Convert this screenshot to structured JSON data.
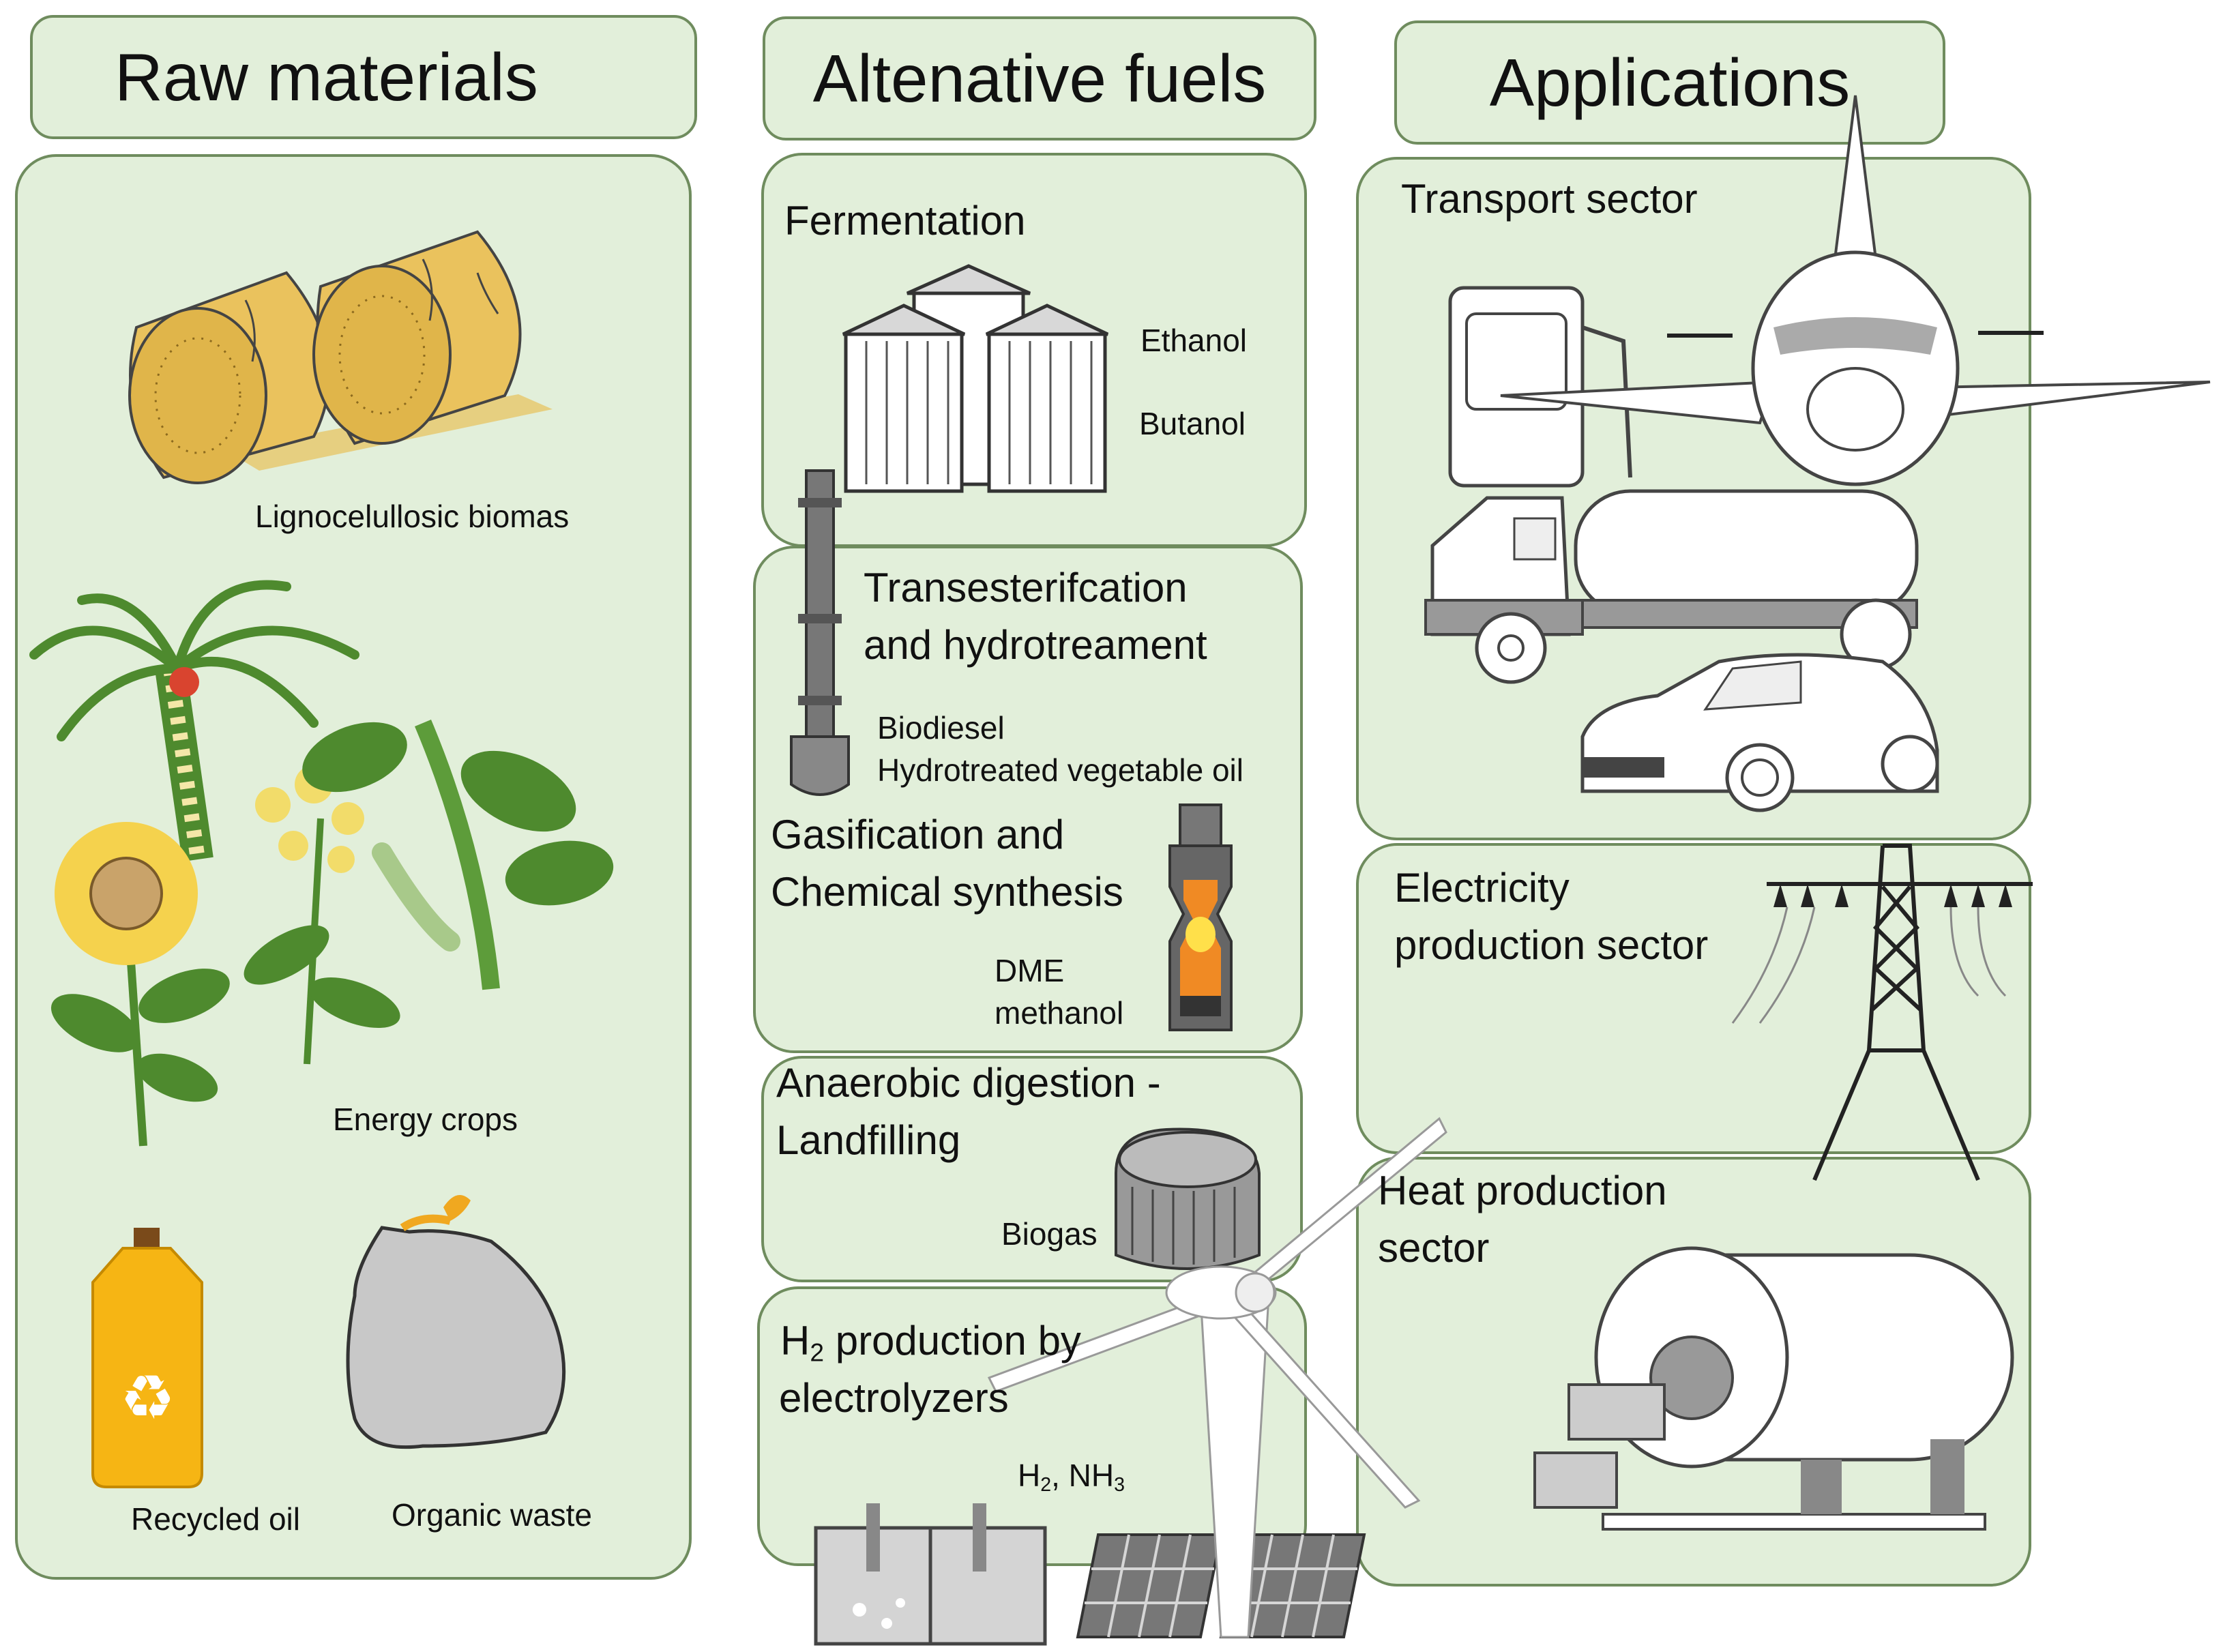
{
  "headers": {
    "raw": "Raw materials",
    "fuels": "Altenative fuels",
    "apps": "Applications"
  },
  "raw_materials": {
    "lignocellulosic": "Lignocelullosic biomas",
    "energy_crops": "Energy crops",
    "recycled_oil": "Recycled oil",
    "organic_waste": "Organic waste"
  },
  "fuels": {
    "fermentation": {
      "title": "Fermentation",
      "p1": "Ethanol",
      "p2": "Butanol"
    },
    "transesterification": {
      "title_line1": "Transesterifcation",
      "title_line2": "and hydrotreament",
      "p1": "Biodiesel",
      "p2": "Hydrotreated vegetable oil"
    },
    "gasification": {
      "title_line1": "Gasification and",
      "title_line2": "Chemical synthesis",
      "p1": "DME",
      "p2": "methanol"
    },
    "anaerobic": {
      "title_line1": "Anaerobic digestion -",
      "title_line2": "Landfilling",
      "p1": "Biogas"
    },
    "h2": {
      "title_prefix": "H",
      "title_sub": "2",
      "title_rest": " production by",
      "title_line2": "electrolyzers",
      "p_h": "H",
      "p_h_sub": "2",
      "p_mid": ", NH",
      "p_nh_sub": "3"
    }
  },
  "applications": {
    "transport": "Transport sector",
    "electricity_line1": "Electricity",
    "electricity_line2": "production sector",
    "heat_line1": "Heat production",
    "heat_line2": "sector"
  },
  "colors": {
    "panel_fill": "#e2efda",
    "panel_border": "#6f8c5e",
    "straw": "#e8c25a",
    "leaf": "#4e8a2e",
    "grey": "#888888"
  }
}
